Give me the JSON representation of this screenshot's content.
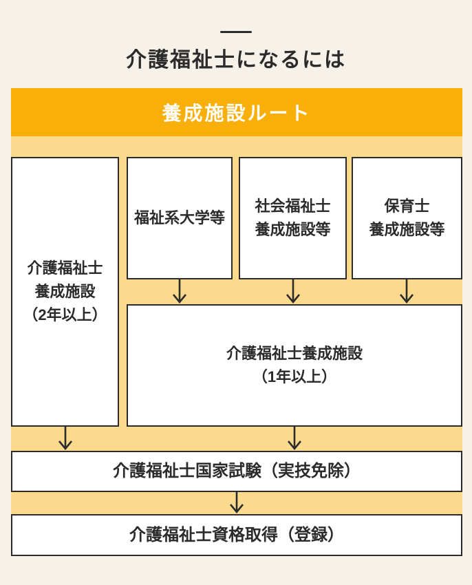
{
  "header": {
    "title": "介護福祉士になるには"
  },
  "banner": {
    "label": "養成施設ルート"
  },
  "flowchart": {
    "kaigo_training_2yr": {
      "lines": [
        "介護福祉士",
        "養成施設",
        "（2年以上）"
      ]
    },
    "welfare_university": {
      "lines": [
        "福祉系大学等"
      ]
    },
    "social_worker_school": {
      "lines": [
        "社会福祉士",
        "養成施設等"
      ]
    },
    "childcare_school": {
      "lines": [
        "保育士",
        "養成施設等"
      ]
    },
    "kaigo_training_1yr": {
      "lines": [
        "介護福祉士養成施設",
        "（1年以上）"
      ]
    },
    "national_exam": {
      "label": "介護福祉士国家試験（実技免除）"
    },
    "license_acquisition": {
      "label": "介護福祉士資格取得（登録）"
    }
  },
  "colors": {
    "page_bg": "#F7F2E9",
    "accent_orange": "#F8AF0A",
    "light_orange": "#FBD98D",
    "ink": "#2B2B2B",
    "box_bg": "#FFFFFF"
  }
}
